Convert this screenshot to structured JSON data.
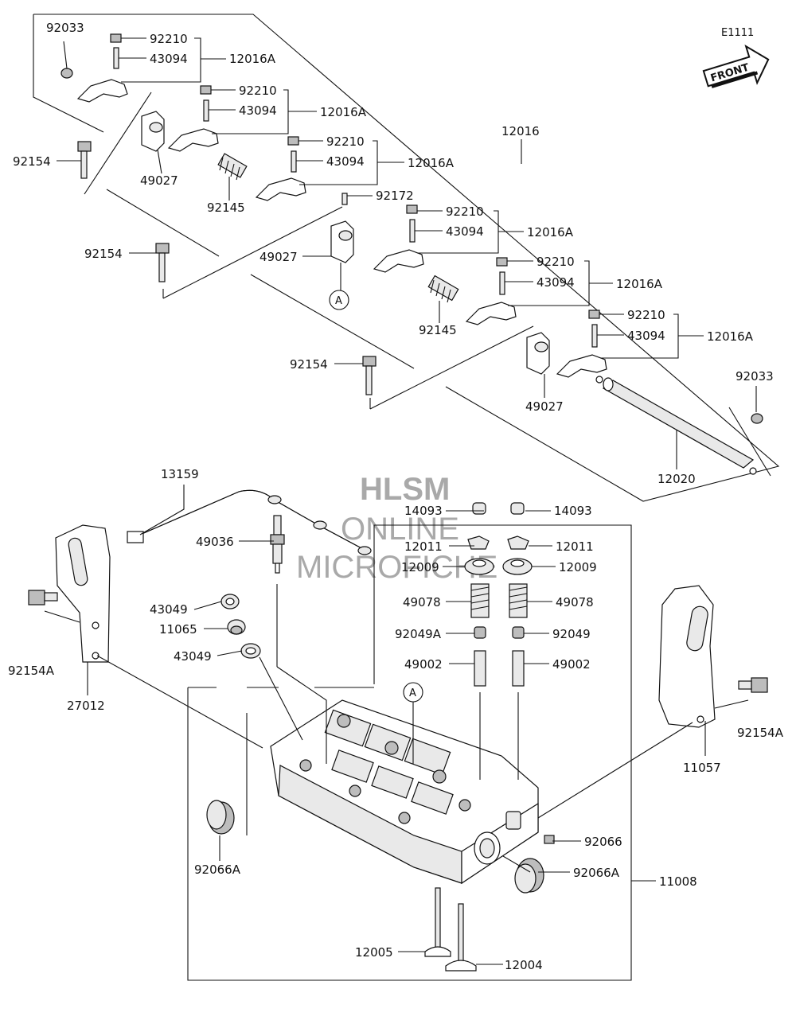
{
  "diagram_code": "E1111",
  "front_label": "FRONT",
  "watermark": {
    "line1": "HLSM",
    "line2": "ONLINE",
    "line3": "MICROFICHE"
  },
  "callouts": {
    "a1": "A",
    "a2": "A"
  },
  "labels": {
    "l92033a": "92033",
    "l92210a": "92210",
    "l43094a": "43094",
    "l12016Aa": "12016A",
    "l92210b": "92210",
    "l43094b": "43094",
    "l12016Ab": "12016A",
    "l92154a": "92154",
    "l49027a": "49027",
    "l92145a": "92145",
    "l92210c": "92210",
    "l43094c": "43094",
    "l12016Ac": "12016A",
    "l12016": "12016",
    "l92172": "92172",
    "l92210d": "92210",
    "l43094d": "43094",
    "l12016Ad": "12016A",
    "l92154b": "92154",
    "l49027b": "49027",
    "l92210e": "92210",
    "l43094e": "43094",
    "l12016Ae": "12016A",
    "l92145b": "92145",
    "l92210f": "92210",
    "l43094f": "43094",
    "l12016Af": "12016A",
    "l92154c": "92154",
    "l49027c": "49027",
    "l92033b": "92033",
    "l12020": "12020",
    "l13159": "13159",
    "l14093a": "14093",
    "l14093b": "14093",
    "l49036": "49036",
    "l12011a": "12011",
    "l12011b": "12011",
    "l12009a": "12009",
    "l12009b": "12009",
    "l49078a": "49078",
    "l49078b": "49078",
    "l43049a": "43049",
    "l11065": "11065",
    "l43049b": "43049",
    "l92049A": "92049A",
    "l92049": "92049",
    "l49002a": "49002",
    "l49002b": "49002",
    "l92154Aa": "92154A",
    "l27012": "27012",
    "l92154Ab": "92154A",
    "l11057": "11057",
    "l92066": "92066",
    "l92066Aa": "92066A",
    "l92066Ab": "92066A",
    "l11008": "11008",
    "l12005": "12005",
    "l12004": "12004"
  }
}
